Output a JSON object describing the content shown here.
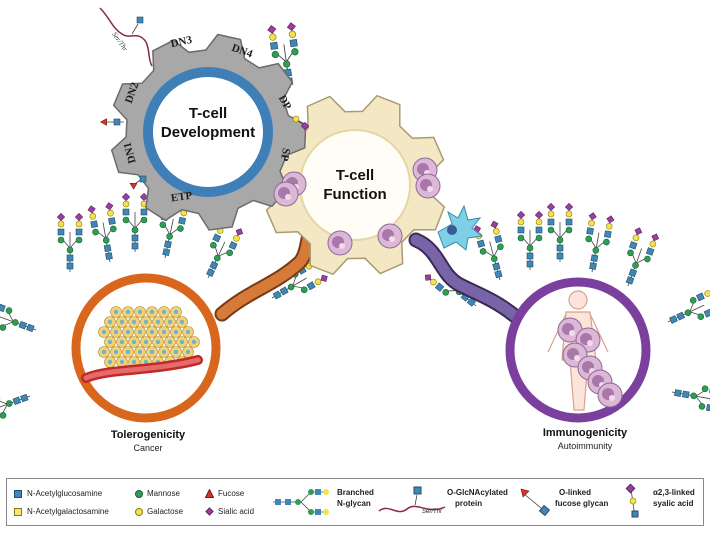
{
  "gears": {
    "development": {
      "title_line1": "T-cell",
      "title_line2": "Development",
      "stages": [
        "DN3",
        "DN4",
        "DN2",
        "DP",
        "DN1",
        "SP",
        "ETP"
      ]
    },
    "function": {
      "title_line1": "T-cell",
      "title_line2": "Function"
    }
  },
  "glyco_labels": {
    "ser_thr_top": "Ser/Thr",
    "ser_thr_legend": "Ser/Thr"
  },
  "outcomes": {
    "tolerogenicity": {
      "title": "Tolerogenicity",
      "subtitle": "Cancer"
    },
    "immunogenicity": {
      "title": "Immunogenicity",
      "subtitle": "Autoimmunity"
    }
  },
  "legend": {
    "glcnac": "N-Acetylglucosamine",
    "galnac": "N-Acetylgalactosamine",
    "mannose": "Mannose",
    "galactose": "Galactose",
    "fucose": "Fucose",
    "sialic": "Sialic acid",
    "branched_l1": "Branched",
    "branched_l2": "N-glycan",
    "oglcnac_l1": "O-GlcNAcylated",
    "oglcnac_l2": "protein",
    "olinked_l1": "O-linked",
    "olinked_l2": "fucose glycan",
    "a23_l1": "α2,3-linked",
    "a23_l2": "syalic acid"
  },
  "colors": {
    "glcnac": "#3f87b4",
    "galnac": "#f2e86a",
    "mannose": "#2e9e56",
    "galactose": "#f4e24a",
    "fucose": "#d2342e",
    "sialic": "#9b3f9e",
    "dev_gear": "#a8a8a8",
    "dev_ring": "#3f7fb8",
    "func_gear": "#f4e8c4",
    "cancer_ring": "#d8661c",
    "autoimmune_ring": "#7b3f9e",
    "chain_orange": "#c86a2c",
    "chain_purple": "#6a4e90"
  }
}
